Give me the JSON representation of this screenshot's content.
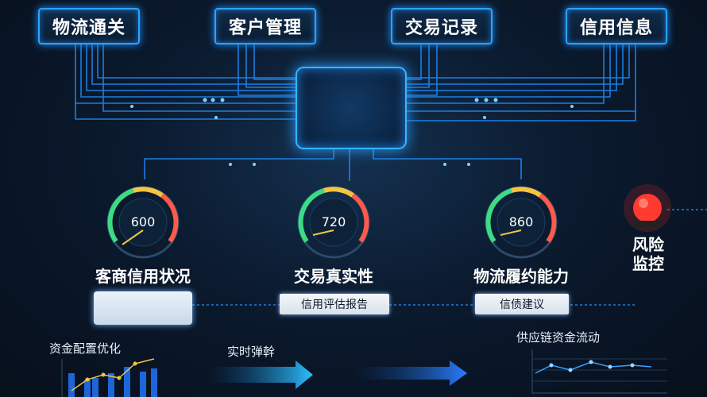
{
  "top_nodes": [
    {
      "label": "物流通关"
    },
    {
      "label": "客户管理"
    },
    {
      "label": "交易记录"
    },
    {
      "label": "信用信息"
    }
  ],
  "gauges": [
    {
      "value": "600",
      "label": "客商信用状况"
    },
    {
      "value": "720",
      "label": "交易真实性"
    },
    {
      "value": "860",
      "label": "物流履约能力"
    }
  ],
  "pills": {
    "report": "信用评估报告",
    "advice": "信债建议"
  },
  "alarm": {
    "line1": "风险",
    "line2": "监控",
    "color": "#ff2a2a"
  },
  "bottom": {
    "left_title": "资金配置优化",
    "middle_title": "实时弹幹",
    "right_title": "供应链资金流动"
  },
  "colors": {
    "accent": "#2aa3ff",
    "gauge_green": "#3ddc84",
    "gauge_yellow": "#f5c542",
    "gauge_red": "#ff5a4a"
  }
}
